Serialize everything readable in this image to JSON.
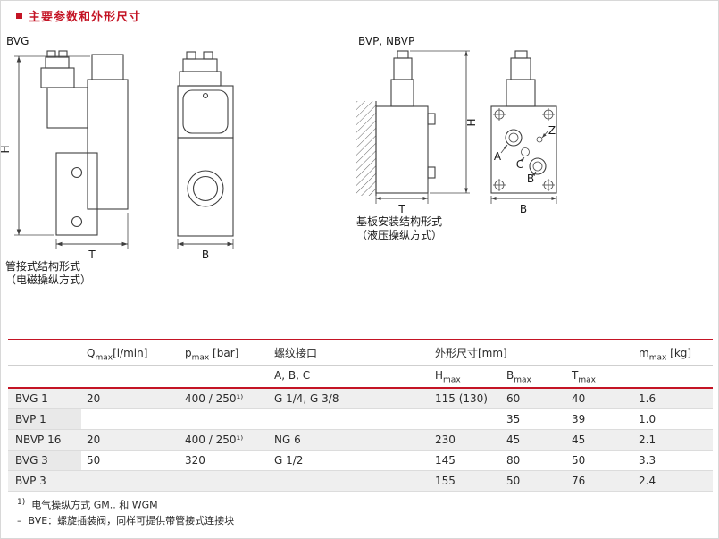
{
  "title": "主要参数和外形尺寸",
  "drawings": {
    "bvg": {
      "label": "BVG",
      "caption1": "管接式结构形式",
      "caption2": "（电磁操纵方式）",
      "dim_h": "H",
      "dim_t": "T",
      "dim_b": "B"
    },
    "bvp": {
      "label": "BVP, NBVP",
      "caption1": "基板安装结构形式",
      "caption2": "（液压操纵方式）",
      "dim_h": "H",
      "dim_t": "T",
      "dim_b": "B",
      "port_a": "A",
      "port_b": "B",
      "port_c": "C",
      "port_z": "Z"
    }
  },
  "table": {
    "headers": {
      "q_sym": "Q",
      "q_sub": "max",
      "q_unit": "[l/min]",
      "p_sym": "p",
      "p_sub": "max",
      "p_unit": " [bar]",
      "thread": "螺纹接口",
      "thread_sub": "A, B, C",
      "dims": "外形尺寸[mm]",
      "h_sym": "H",
      "h_sub": "max",
      "b_sym": "B",
      "b_sub": "max",
      "t_sym": "T",
      "t_sub": "max",
      "m_sym": "m",
      "m_sub": "max",
      "m_unit": " [kg]"
    },
    "rows": [
      {
        "name": "BVG 1",
        "q": "20",
        "p": "400 / 250¹⁾",
        "thread": "G 1/4, G 3/8",
        "h": "115 (130)",
        "b": "60",
        "t": "40",
        "m": "1.6"
      },
      {
        "name": "BVP 1",
        "q": "",
        "p": "",
        "thread": "",
        "h": "",
        "b": "35",
        "t": "39",
        "m": "1.0"
      },
      {
        "name": "NBVP 16",
        "q": "20",
        "p": "400 / 250¹⁾",
        "thread": "NG 6",
        "h": "230",
        "b": "45",
        "t": "45",
        "m": "2.1"
      },
      {
        "name": "BVG 3",
        "q": "50",
        "p": "320",
        "thread": "G 1/2",
        "h": "145",
        "b": "80",
        "t": "50",
        "m": "3.3"
      },
      {
        "name": "BVP 3",
        "q": "",
        "p": "",
        "thread": "",
        "h": "155",
        "b": "50",
        "t": "76",
        "m": "2.4"
      }
    ]
  },
  "footnotes": {
    "f1_marker": "1)",
    "f1_text": "电气操纵方式 GM.. 和 WGM",
    "f2_marker": "–",
    "f2_text": "BVE：螺旋插装阀，同样可提供带管接式连接块"
  },
  "colors": {
    "accent_red": "#c41425",
    "line": "#3f3f3f"
  }
}
